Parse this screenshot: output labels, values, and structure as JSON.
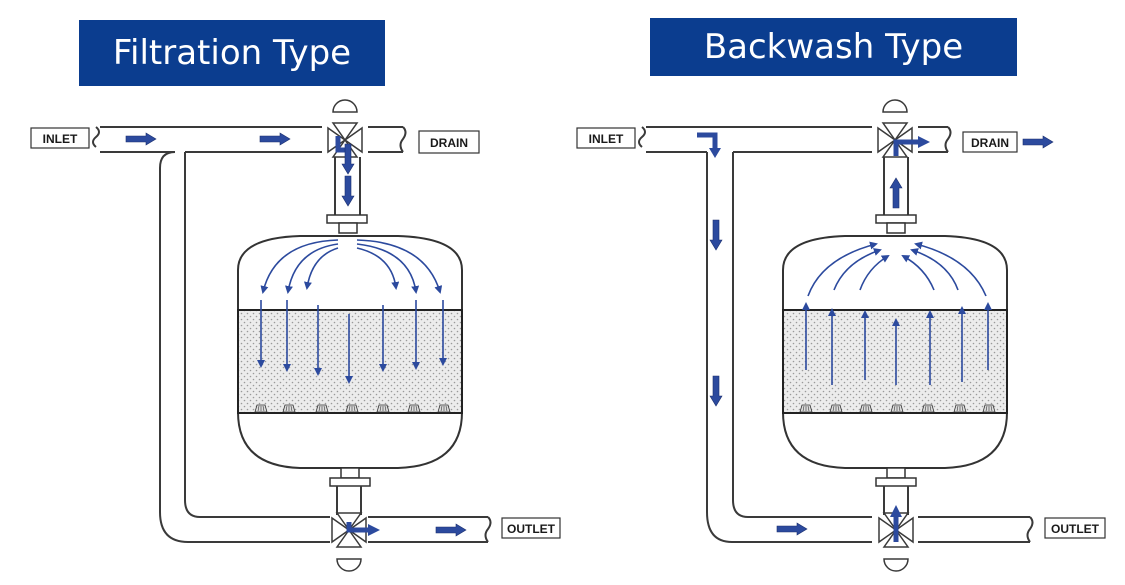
{
  "titles": {
    "filtration": "Filtration Type",
    "backwash": "Backwash Type"
  },
  "labels": {
    "inlet": "INLET",
    "drain": "DRAIN",
    "outlet": "OUTLET"
  },
  "colors": {
    "banner": "#0b3d8f",
    "arrow": "#2c4a9e",
    "outline": "#3a3a3a",
    "media": "#e4e4e4"
  }
}
